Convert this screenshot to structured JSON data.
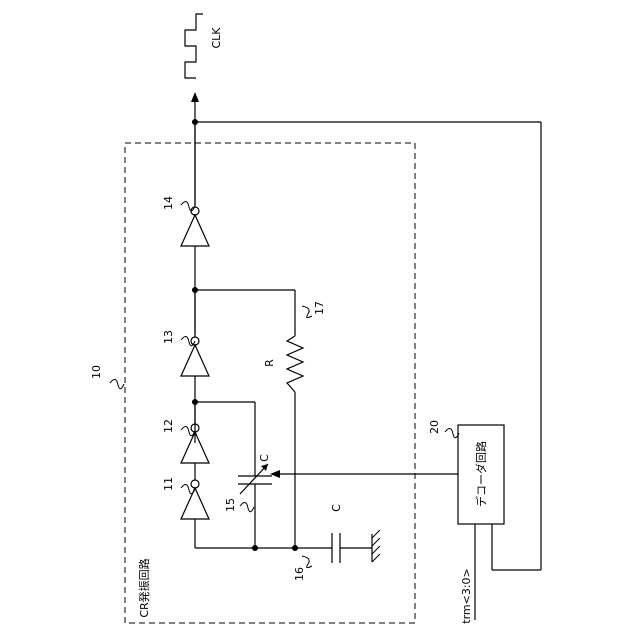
{
  "labels": {
    "clk": "CLK",
    "block10_ref": "10",
    "block10_name": "CR発振回路",
    "inv11": "11",
    "inv12": "12",
    "inv13": "13",
    "inv14": "14",
    "cap15": "15",
    "node16": "16",
    "res17": "17",
    "block20_ref": "20",
    "decoder_name": "デコーダ回路",
    "resistor": "R",
    "var_cap": "C",
    "fixed_cap": "C",
    "trim_input": "trm<3:0>"
  }
}
